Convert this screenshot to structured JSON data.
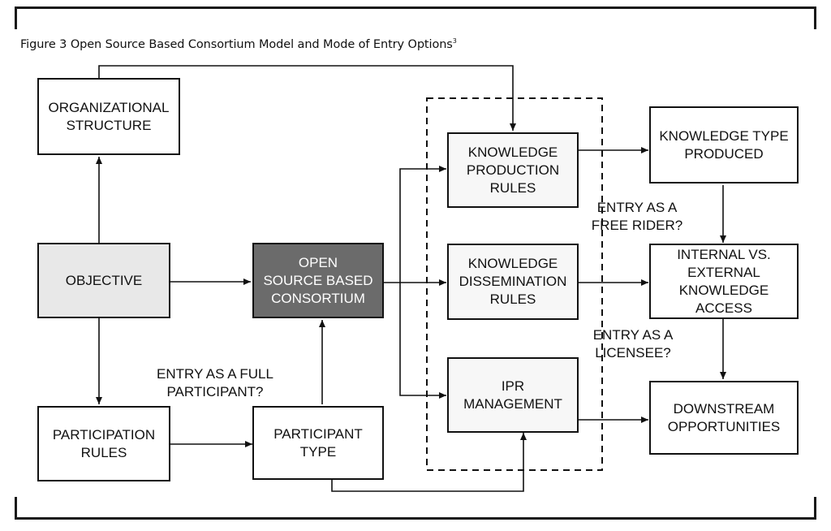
{
  "title": {
    "text": "Figure 3 Open Source Based Consortium Model and Mode of Entry Options",
    "footnote": "3"
  },
  "boxes": {
    "organizational_structure": "ORGANIZATIONAL\nSTRUCTURE",
    "objective": "OBJECTIVE",
    "participation_rules": "PARTICIPATION\nRULES",
    "open_source_consortium": "OPEN\nSOURCE BASED\nCONSORTIUM",
    "participant_type": "PARTICIPANT\nTYPE",
    "knowledge_production_rules": "KNOWLEDGE\nPRODUCTION\nRULES",
    "knowledge_dissemination_rules": "KNOWLEDGE\nDISSEMINATION\nRULES",
    "ipr_management": "IPR\nMANAGEMENT",
    "knowledge_type_produced": "KNOWLEDGE TYPE\nPRODUCED",
    "internal_external_access": "INTERNAL VS.\nEXTERNAL\nKNOWLEDGE\nACCESS",
    "downstream_opportunities": "DOWNSTREAM\nOPPORTUNITIES"
  },
  "labels": {
    "entry_full_participant": "ENTRY AS A FULL\nPARTICIPANT?",
    "entry_free_rider": "ENTRY AS A\nFREE RIDER?",
    "entry_licensee": "ENTRY AS A\nLICENSEE?"
  }
}
